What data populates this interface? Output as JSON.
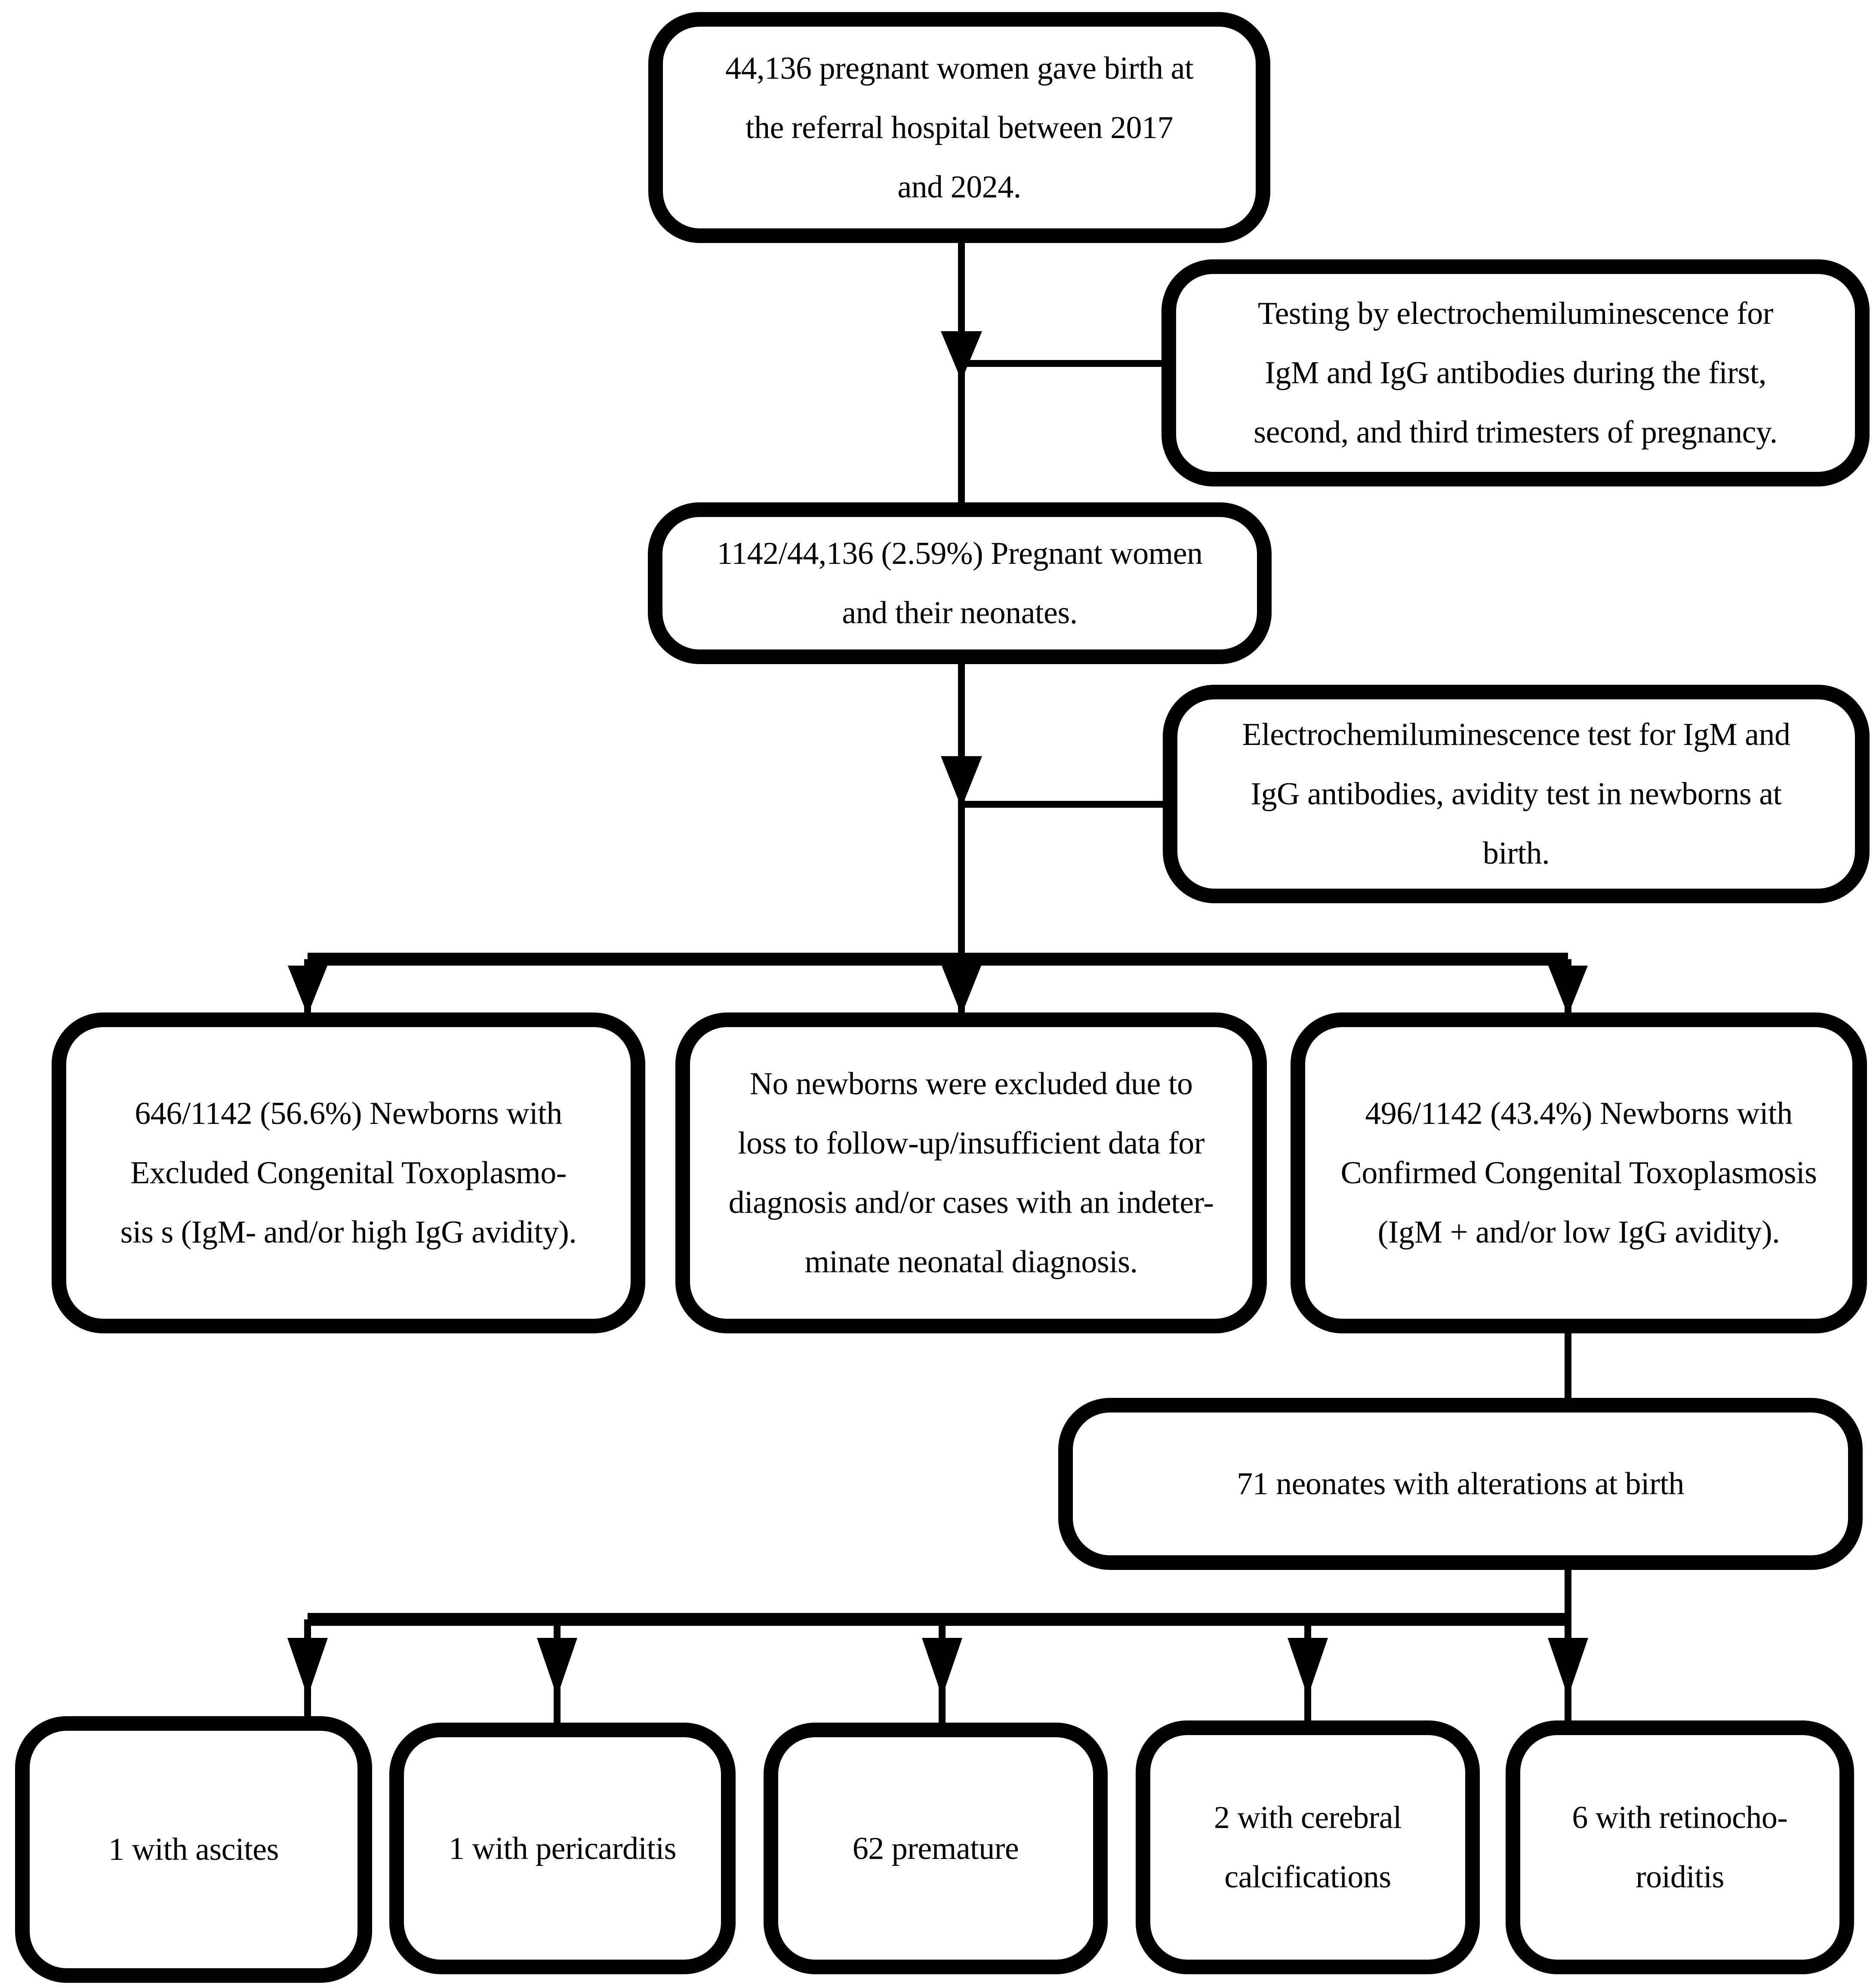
{
  "figure": {
    "background_color": "#ffffff",
    "ink_color": "#000000"
  },
  "boxes": {
    "cohort": {
      "text": "44,136 pregnant women gave birth at\nthe referral hospital between 2017\nand 2024."
    },
    "maternal_testing_note": {
      "text": "Testing by electrochemiluminescence for\nIgM and IgG antibodies during the first,\nsecond, and third trimesters of pregnancy."
    },
    "screened": {
      "text": "1142/44,136 (2.59%) Pregnant women\nand their neonates."
    },
    "newborn_testing_note": {
      "text": "Electrochemiluminescence test for IgM and\nIgG antibodies, avidity test in newborns at\nbirth."
    },
    "excluded": {
      "text": "646/1142 (56.6%) Newborns with\nExcluded Congenital Toxoplasmo-\nsis s (IgM- and/or high IgG avidity)."
    },
    "no_exclusions": {
      "text": "No newborns were excluded due to\nloss to follow-up/insufficient data for\ndiagnosis and/or cases with an indeter-\nminate neonatal diagnosis."
    },
    "confirmed": {
      "text": "496/1142 (43.4%) Newborns with\nConfirmed Congenital Toxoplasmosis\n(IgM + and/or low IgG avidity)."
    },
    "alterations": {
      "text": "71 neonates with alterations at birth"
    },
    "ascites": {
      "text": "1 with ascites"
    },
    "pericarditis": {
      "text": "1 with pericarditis"
    },
    "premature": {
      "text": "62 premature"
    },
    "cerebral_calcifications": {
      "text": "2 with cerebral\ncalcifications"
    },
    "retinochoroiditis": {
      "text": "6 with retinocho-\nroiditis"
    }
  }
}
